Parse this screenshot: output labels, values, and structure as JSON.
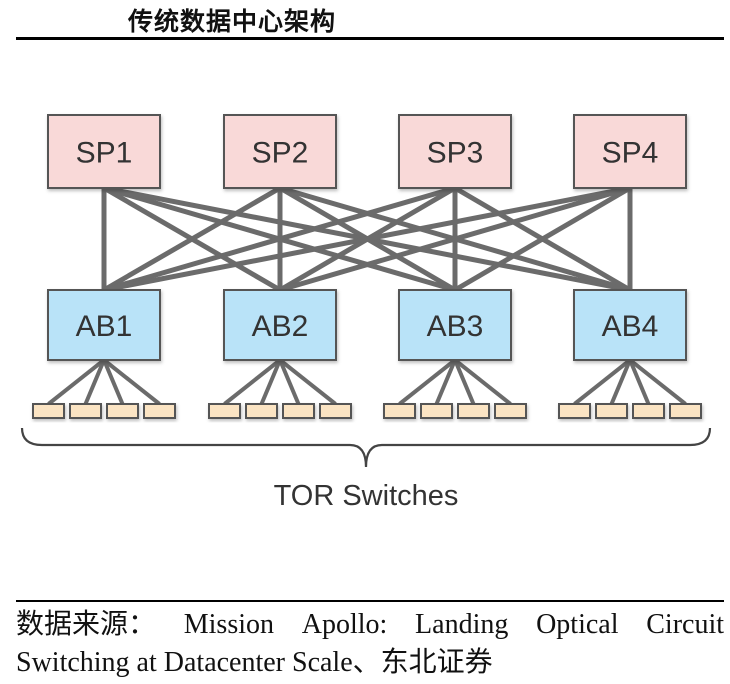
{
  "title": "传统数据中心架构",
  "diagram": {
    "spine_switches": [
      "SP1",
      "SP2",
      "SP3",
      "SP4"
    ],
    "aggregation_blocks": [
      "AB1",
      "AB2",
      "AB3",
      "AB4"
    ],
    "tor_per_block": 4,
    "tor_label": "TOR Switches",
    "connections": "full-mesh between spine and aggregation blocks",
    "colors": {
      "spine_fill": "#f9d9d8",
      "aggregation_fill": "#b9e3f8",
      "tor_fill": "#fbe4c3",
      "link": "#6b6b6b",
      "border": "#555555"
    }
  },
  "source": {
    "line1_words": [
      "数据来源：",
      "Mission",
      "Apollo:",
      "Landing",
      "Optical",
      "Circuit"
    ],
    "line2": "Switching at Datacenter Scale、东北证券"
  }
}
